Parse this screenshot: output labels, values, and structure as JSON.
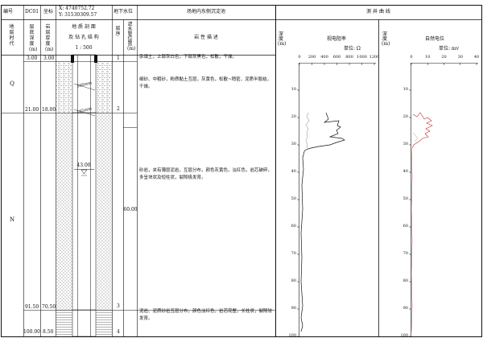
{
  "header": {
    "label_bianhao": "编号",
    "borehole_id": "DC01",
    "label_zuobiao": "坐标",
    "coord_x": "X: 4740752.72",
    "coord_y": "Y: 31530309.57",
    "label_shuiwei": "地下水位",
    "col_location_title": "场地内东侧沉淀池",
    "col_curves_title": "测  井  曲  线"
  },
  "columns": {
    "era": "地层时代",
    "bottom_depth": "层底深度(m)",
    "thickness": "岩层厚度(m)",
    "section_line1": "地 质 剖 面",
    "section_line2": "及 钻 孔 结 构",
    "scale": "1 : 500",
    "seq": "层序",
    "screen_pos": "滤水管位置(m)",
    "lithology": "岩    性    描    述"
  },
  "eras": [
    "Q",
    "N"
  ],
  "layers": [
    {
      "depth": "3.00",
      "thick": "3.00",
      "seq": "1",
      "desc": "杂填土，上部灰白色，下部灰黑色，松散，干燥。"
    },
    {
      "depth": "21.00",
      "thick": "18.00",
      "seq": "2",
      "desc": "细砂、中粗砂，粉质黏土互层，灰黄色，松散~稍密，泥质半胶结，干燥。"
    },
    {
      "depth": "91.50",
      "thick": "70.50",
      "seq": "3",
      "desc": "砂岩，夹有薄层泥岩，互层分布，颜色灰黄色，淡红色，岩芯破碎，多呈块状及短柱状，裂隙极发育。"
    },
    {
      "depth": "100.00",
      "thick": "8.50",
      "seq": "4",
      "desc": "泥岩、泥质砂岩互层分布，颜色淡红色，岩芯完整，长柱状，裂隙较发育。"
    }
  ],
  "borehole": {
    "diameter_upper": "300mm",
    "diameter_lower": "165mm",
    "water_level": "43.00",
    "screen_depth": "60.00"
  },
  "resistivity_panel": {
    "depth_label": "深度(m)",
    "title": "视电阻率",
    "unit": "单位: Ω",
    "ticks": [
      "0",
      "200",
      "400",
      "600",
      "800",
      "1000",
      "1200"
    ],
    "depth_ticks": [
      "10",
      "20",
      "30",
      "40",
      "50",
      "60",
      "70",
      "80",
      "90",
      "100"
    ]
  },
  "sp_panel": {
    "depth_label": "深度(m)",
    "title": "自然电位",
    "unit": "单位: mv",
    "ticks": [
      "0",
      "10",
      "20",
      "30",
      "40"
    ],
    "depth_ticks": [
      "10",
      "20",
      "30",
      "40",
      "50",
      "60",
      "70",
      "80",
      "90",
      "100"
    ]
  },
  "colors": {
    "sp_curve": "#c62828",
    "gray_curve": "#9e9e9e",
    "line": "#111111"
  }
}
